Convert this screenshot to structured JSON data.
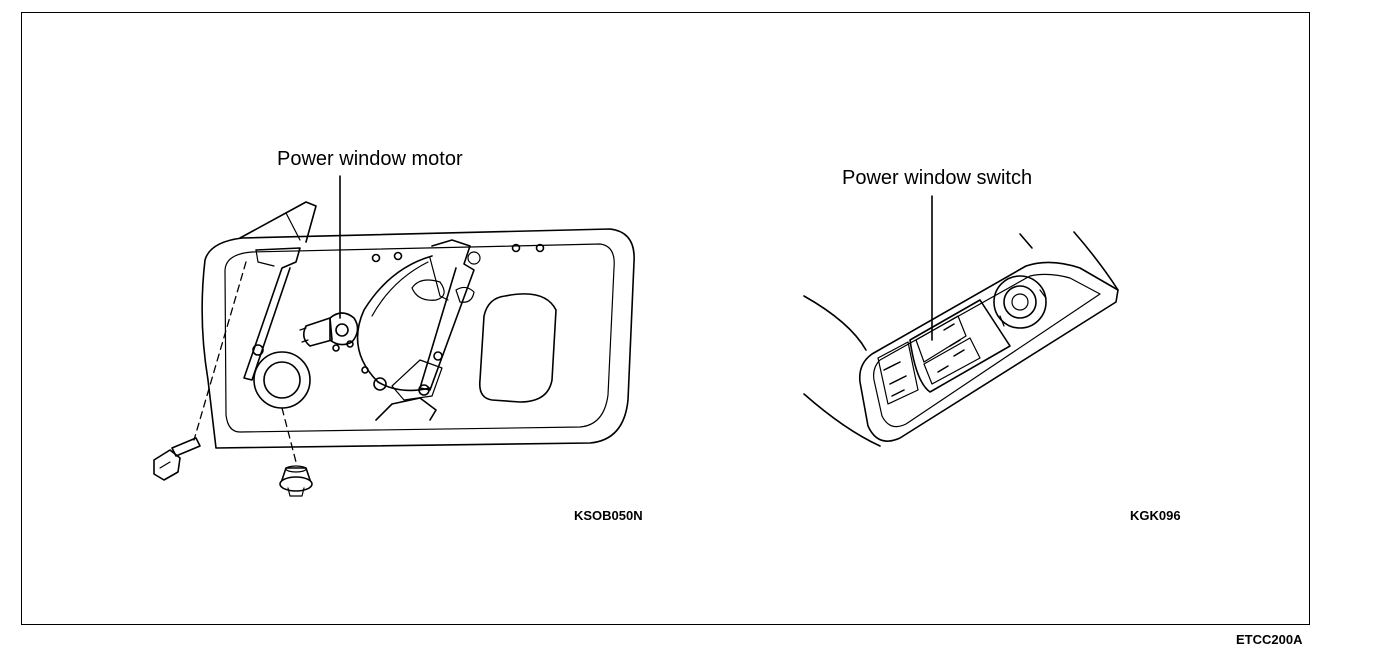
{
  "figure": {
    "left_panel": {
      "callout": "Power window motor",
      "code": "KSOB050N"
    },
    "right_panel": {
      "callout": "Power window switch",
      "code": "KGK096"
    },
    "figure_code": "ETCC200A"
  }
}
